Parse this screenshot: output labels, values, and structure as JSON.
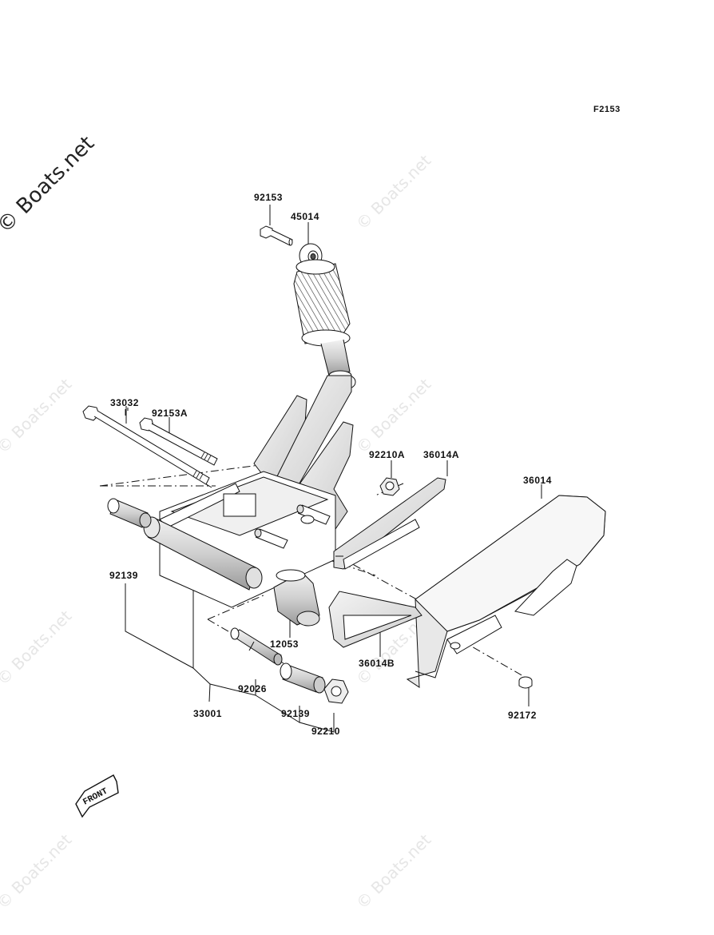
{
  "figure_code": "F2153",
  "watermark": {
    "text": "© Boats.net"
  },
  "front_label": "FRONT",
  "parts": {
    "p92153": "92153",
    "p45014": "45014",
    "p33032": "33032",
    "p92153A": "92153A",
    "p92210A": "92210A",
    "p36014A": "36014A",
    "p36014": "36014",
    "p92139_left": "92139",
    "p12053": "12053",
    "p36014B": "36014B",
    "p92026": "92026",
    "p33001": "33001",
    "p92139_bottom": "92139",
    "p92210": "92210",
    "p92172": "92172"
  }
}
